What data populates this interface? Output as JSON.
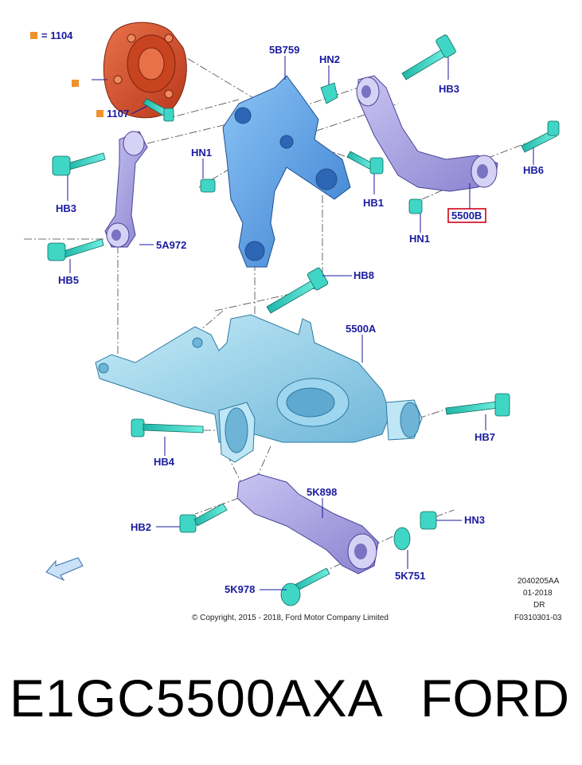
{
  "legend": [
    {
      "id": "1104",
      "label": "= 1104"
    },
    {
      "id": "1107",
      "label": "1107"
    }
  ],
  "callouts": {
    "c5B759": "5B759",
    "cHN2": "HN2",
    "cHB3_top": "HB3",
    "cHN1_left": "HN1",
    "cHB6": "HB6",
    "cHB3_left": "HB3",
    "cHB1": "HB1",
    "cHN1_right": "HN1",
    "c5500B": "5500B",
    "c5A972": "5A972",
    "cHB5": "HB5",
    "cHB8": "HB8",
    "c5500A": "5500A",
    "cHB7": "HB7",
    "cHB4": "HB4",
    "c5K898": "5K898",
    "cHB2": "HB2",
    "cHN3": "HN3",
    "c5K751": "5K751",
    "c5K978": "5K978"
  },
  "footer": {
    "copyright": "© Copyright, 2015 - 2018, Ford Motor Company Limited",
    "code1": "2040205AA",
    "code2": "01-2018",
    "code3": "DR",
    "code4": "F0310301-03"
  },
  "caption": {
    "part_number": "E1GC5500AXA",
    "brand": "FORD"
  },
  "colors": {
    "callout_text": "#1a1aa0",
    "highlight_box": "#d0021b",
    "legend_orange": "#f0922c",
    "hub_red": "#d9502a",
    "knuckle_blue": "#5fa0e8",
    "arm_lavender": "#a9a2e0",
    "lower_arm_cyan": "#8fd0ea",
    "fastener_teal": "#3fd6c6"
  },
  "icons": {
    "direction_arrow": "arrow-icon"
  }
}
